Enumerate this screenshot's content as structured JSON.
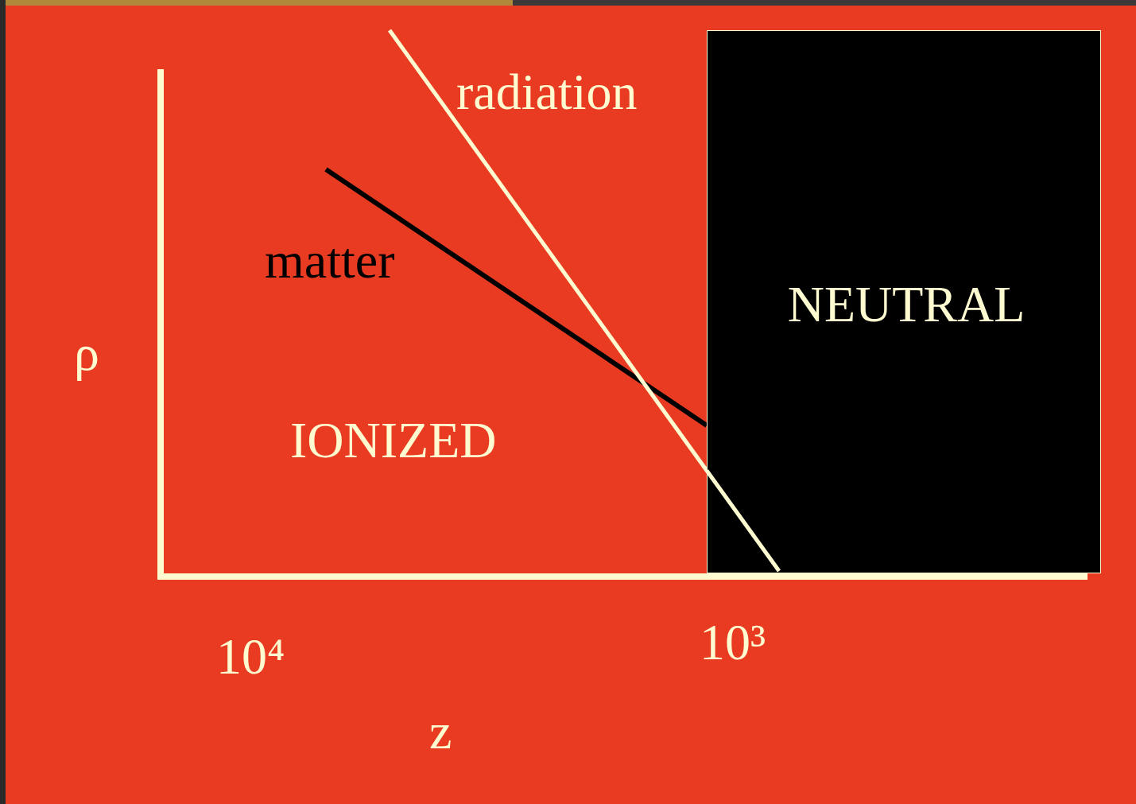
{
  "diagram": {
    "nodes": [
      {
        "text": [
          "NEUTRAL"
        ]
      }
    ],
    "labels": [
      "radiation",
      "matter",
      "ρ",
      "IONIZED",
      "10⁴",
      "10³",
      "z"
    ]
  }
}
